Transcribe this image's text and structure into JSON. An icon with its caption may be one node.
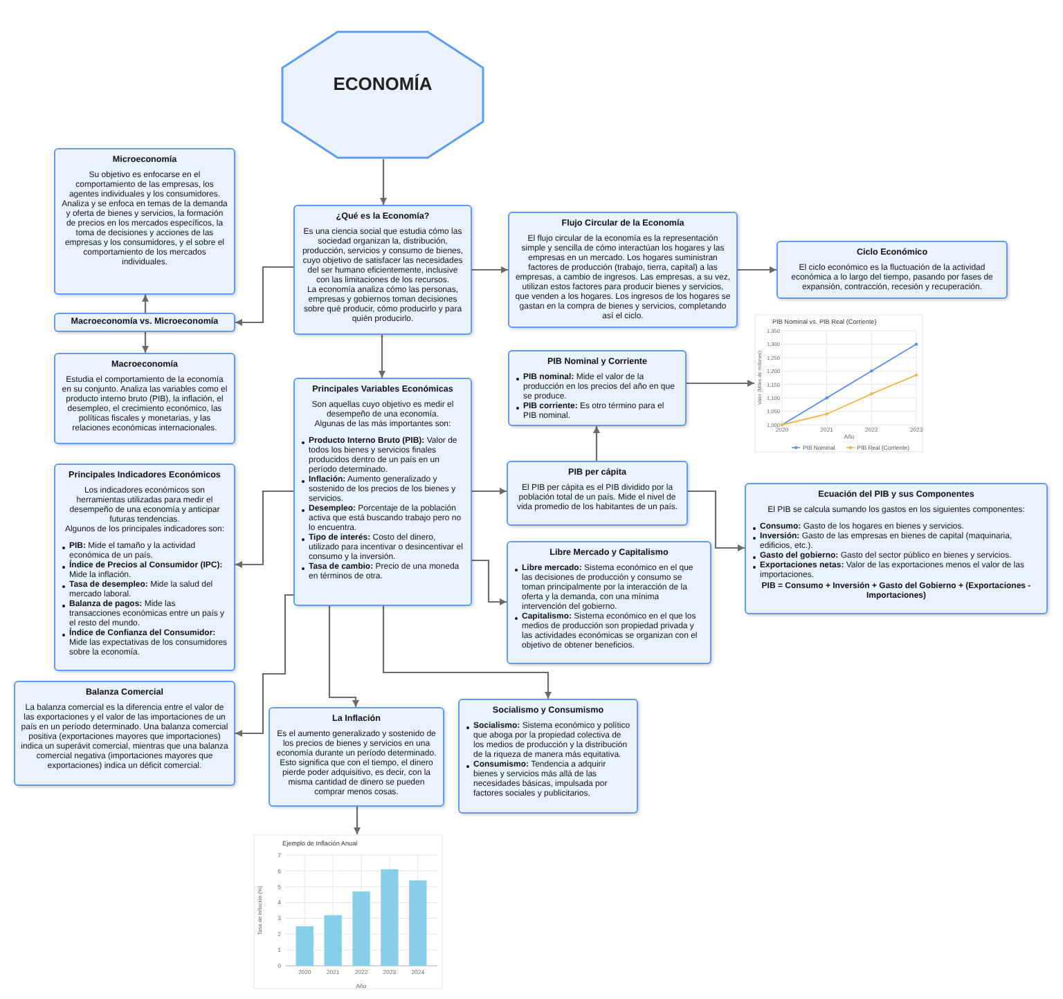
{
  "diagram": {
    "nodes": [
      {
        "text": [
          "ECONOMÍA"
        ]
      },
      {
        "text": [
          "Microeconomía",
          "Su objetivo es enfocarse en el comportamiento de las empresas, los agentes individuales y los consumidores. Analiza y se enfoca en temas de la demanda y oferta de bienes y servicios, la formación de precios en los mercados específicos, la toma de decisiones y acciones de las empresas y los consumidores, y el sobre el comportamiento de los mercados individuales."
        ]
      },
      {
        "text": [
          "Macroeconomía vs. Microeconomía"
        ]
      },
      {
        "text": [
          "Macroeconomía",
          "Estudia el comportamiento de la economía en su conjunto. Analiza las variables como el producto interno bruto (PIB), la inflación, el desempleo, el crecimiento económico, las políticas fiscales y monetarias, y las relaciones económicas internacionales."
        ]
      },
      {
        "text": [
          "¿Qué es la Economía?",
          "Es una ciencia social que estudia cómo las sociedad organizan la, distribución, producción, servicios y consumo de bienes, cuyo objetivo de satisfacer las necesidades del ser humano eficientemente, inclusive con las limitaciones de los recursos.",
          "La economía analiza cómo las personas, empresas y gobiernos toman decisiones sobre qué producir, cómo producirlo y para quién producirlo."
        ]
      },
      {
        "text": [
          "Principales Variables Económicas",
          "Son aquellas cuyo objetivo es medir el desempeño de una economía.",
          "Algunas de las más importantes son:",
          "**Producto Interno Bruto (PIB):** Valor de todos los bienes y servicios finales producidos dentro de un país en un período determinado.",
          "**Inflación:** Aumento generalizado y sostenido de los precios de los bienes y servicios.",
          "**Desempleo:** Porcentaje de la población activa que está buscando trabajo pero no lo encuentra.",
          "**Tipo de interés:** Costo del dinero, utilizado para incentivar o desincentivar el consumo y la inversión.",
          "**Tasa de cambio:** Precio de una moneda en términos de otra."
        ]
      },
      {
        "text": [
          "Flujo Circular de la Economía",
          "El flujo circular de la economía es la representación simple y sencilla de cómo interactúan los hogares y las empresas en un mercado. Los hogares suministran factores de producción (trabajo, tierra, capital) a las empresas, a cambio de ingresos. Las empresas, a su vez, utilizan estos factores para producir bienes y servicios, que venden a los hogares. Los ingresos de los hogares se gastan en la compra de bienes y servicios, completando así el ciclo."
        ]
      },
      {
        "text": [
          "Ciclo Económico",
          "El ciclo económico es la fluctuación de la actividad económica a lo largo del tiempo, pasando por fases de expansión, contracción, recesión y recuperación."
        ]
      },
      {
        "text": [
          "PIB Nominal y Corriente",
          "**PIB nominal:** Mide el valor de la producción en los precios del año en que se produce.",
          "**PIB corriente:** Es otro término para el PIB nominal."
        ]
      },
      {
        "text": [],
        "shape": "chart"
      },
      {
        "text": [
          "PIB per cápita",
          "El PIB per cápita es el PIB dividido por la población total de un país. Mide el nivel de vida promedio de los habitantes de un país."
        ]
      },
      {
        "text": [
          "Ecuación del PIB y sus Componentes",
          "El PIB se calcula sumando los gastos en los siguientes componentes:",
          "**Consumo:** Gasto de los hogares en bienes y servicios.",
          "**Inversión:** Gasto de las empresas en bienes de capital (maquinaria, edificios, etc.).",
          "**Gasto del gobierno:** Gasto del sector público en bienes y servicios.",
          "**Exportaciones netas:** Valor de las exportaciones menos el valor de las importaciones.",
          "PIB = Consumo + Inversión + Gasto del Gobierno + (Exportaciones - Importaciones)"
        ]
      },
      {
        "text": [
          "Libre Mercado y Capitalismo",
          "**Libre mercado:** Sistema económico en el que las decisiones de producción y consumo se toman principalmente por la interacción de la oferta y la demanda, con una mínima intervención del gobierno.",
          "**Capitalismo:** Sistema económico en el que los medios de producción son propiedad privada y las actividades económicas se organizan con el objetivo de obtener beneficios."
        ]
      },
      {
        "text": [
          "Principales Indicadores Económicos",
          "Los indicadores económicos son herramientas utilizadas para medir el desempeño de una economía y anticipar futuras tendencias.",
          "Algunos de los principales indicadores son:",
          "**PIB:** Mide el tamaño y la actividad económica de un país.",
          "**Índice de Precios al Consumidor (IPC):** Mide la inflación.",
          "**Tasa de desempleo:** Mide la salud del mercado laboral.",
          "**Balanza de pagos:** Mide las transacciones económicas entre un país y el resto del mundo.",
          "**Índice de Confianza del Consumidor:** Mide las expectativas de los consumidores sobre la economía."
        ]
      },
      {
        "text": [
          "Balanza Comercial",
          "La balanza comercial es la diferencia entre el valor de las exportaciones y el valor de las importaciones de un país en un período determinado. Una balanza comercial positiva (exportaciones mayores que importaciones) indica un superávit comercial, mientras que una balanza comercial negativa (importaciones mayores que exportaciones) indica un déficit comercial."
        ]
      },
      {
        "text": [
          "La Inflación",
          "Es el aumento generalizado y sostenido de los precios de bienes y servicios en una economía durante un período determinado. Esto significa que con el tiempo, el dinero pierde poder adquisitivo, es decir, con la misma cantidad de dinero se pueden comprar menos cosas."
        ]
      },
      {
        "text": [
          "Socialismo y Consumismo",
          "**Socialismo:** Sistema económico y político que aboga por la propiedad colectiva de los medios de producción y la distribución de la riqueza de manera más equitativa.",
          "**Consumismo:** Tendencia a adquirir bienes y servicios más allá de las necesidades básicas, impulsada por factores sociales y publicitarios."
        ]
      },
      {
        "text": [],
        "shape": "chart"
      }
    ],
    "edges": [
      {
        "from": 0,
        "to": 4,
        "arrow": "to"
      },
      {
        "from": 4,
        "to": 2,
        "arrow": "to"
      },
      {
        "from": 2,
        "to": 1,
        "arrow": "to"
      },
      {
        "from": 2,
        "to": 3,
        "arrow": "to"
      },
      {
        "from": 4,
        "to": 6,
        "arrow": "to"
      },
      {
        "from": 6,
        "to": 7,
        "arrow": "to"
      },
      {
        "from": 4,
        "to": 5,
        "arrow": "to"
      },
      {
        "from": 5,
        "to": 13,
        "arrow": "to"
      },
      {
        "from": 5,
        "to": 14,
        "arrow": "to"
      },
      {
        "from": 5,
        "to": 15,
        "arrow": "to"
      },
      {
        "from": 5,
        "to": 16,
        "arrow": "to"
      },
      {
        "from": 5,
        "to": 10,
        "arrow": "to"
      },
      {
        "from": 5,
        "to": 12,
        "arrow": "to"
      },
      {
        "from": 10,
        "to": 8,
        "arrow": "to"
      },
      {
        "from": 8,
        "to": 9,
        "arrow": "to"
      },
      {
        "from": 10,
        "to": 11,
        "arrow": "to"
      },
      {
        "from": 15,
        "to": 17,
        "arrow": "to"
      }
    ],
    "chart_data": [
      {
        "type": "line",
        "title": "PIB Nominal vs. PIB Real (Corriente)",
        "xlabel": "Año",
        "ylabel": "Valor (Miles de millones)",
        "categories": [
          "2020",
          "2021",
          "2022",
          "2023"
        ],
        "series": [
          {
            "name": "PIB Nominal",
            "color": "#5b8ff0",
            "values": [
              1000,
              1100,
              1200,
              1300
            ]
          },
          {
            "name": "PIB Real (Corriente)",
            "color": "#f5b547",
            "values": [
              1000,
              1040,
              1115,
              1185
            ]
          }
        ],
        "ylim": [
          1000,
          1350
        ],
        "yticks": [
          {
            "value": 1000,
            "label": "1,000"
          },
          {
            "value": 1050,
            "label": "1,050"
          },
          {
            "value": 1100,
            "label": "1,100"
          },
          {
            "value": 1150,
            "label": "1,150"
          },
          {
            "value": 1200,
            "label": "1,200"
          },
          {
            "value": 1250,
            "label": "1,250"
          },
          {
            "value": 1300,
            "label": "1,300"
          },
          {
            "value": 1350,
            "label": "1,350"
          }
        ],
        "grid": true,
        "legend": "bottom"
      },
      {
        "type": "bar",
        "title": "Ejemplo de Inflación Anual",
        "xlabel": "Año",
        "ylabel": "Tasa de Inflación (%)",
        "categories": [
          "2020",
          "2021",
          "2022",
          "2023",
          "2024"
        ],
        "series": [
          {
            "color": "#87ceeb",
            "values": [
              2.5,
              3.2,
              4.7,
              6.1,
              5.4
            ]
          }
        ],
        "ylim": [
          0,
          7
        ],
        "yticks": [
          0,
          1,
          2,
          3,
          4,
          5,
          6,
          7
        ],
        "grid": true
      }
    ]
  }
}
